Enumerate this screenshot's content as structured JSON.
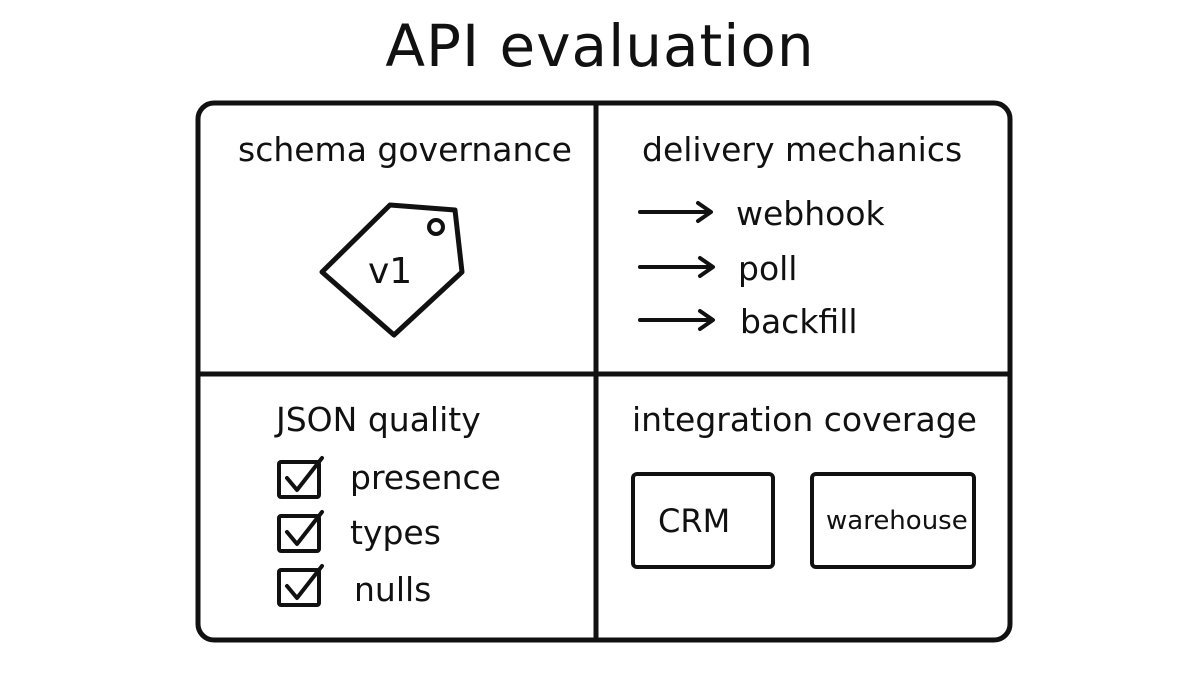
{
  "title": "API evaluation",
  "panels": {
    "schema": {
      "title": "schema governance",
      "tag_label": "v1"
    },
    "delivery": {
      "title": "delivery mechanics",
      "items": [
        "webhook",
        "poll",
        "backfill"
      ]
    },
    "json": {
      "title": "JSON quality",
      "items": [
        "presence",
        "types",
        "nulls"
      ]
    },
    "integration": {
      "title": "integration coverage",
      "boxes": [
        "CRM",
        "warehouse"
      ]
    }
  },
  "colors": {
    "ink": "#111111",
    "background": "#ffffff"
  }
}
